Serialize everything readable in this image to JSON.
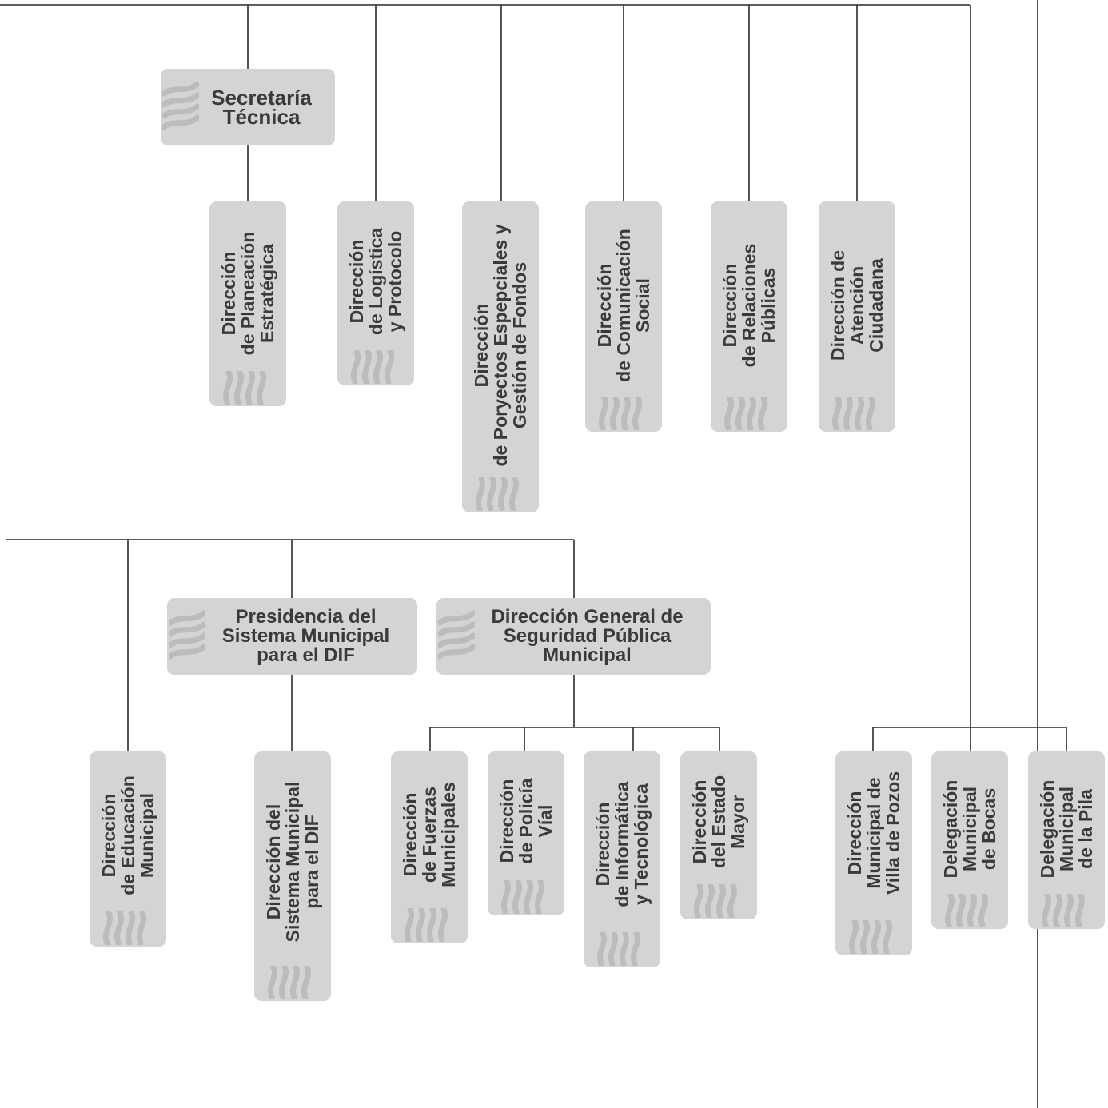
{
  "nodes": {
    "secretaria_tecnica": "Secretaría\nTécnica",
    "presidencia_dif": "Presidencia del\nSistema Municipal\npara el DIF",
    "dg_seguridad": "Dirección General de\nSeguridad Pública\nMunicipal",
    "dir_planeacion": "Dirección\nde Planeación\nEstratégica",
    "dir_logistica": "Dirección\nde Logística\ny Protocolo",
    "dir_proyectos": "Dirección\nde Poryectos Espepciales y\nGestión de Fondos",
    "dir_comunicacion": "Dirección\nde Comunicación\nSocial",
    "dir_relaciones": "Dirección\nde Relaciones\nPúblicas",
    "dir_atencion": "Dirección de\nAtención\nCiudadana",
    "dir_educacion": "Dirección\nde Educación\nMunicipal",
    "dir_sistema_dif": "Dirección del\nSistema Municipal\npara el DIF",
    "dir_fuerzas": "Dirección\nde Fuerzas\nMunicipales",
    "dir_policia_vial": "Dirección\nde Policía\nVíal",
    "dir_informatica": "Dirección\nde Informática\ny Tecnológica",
    "dir_estado_mayor": "Dirección\ndel Estado\nMayor",
    "dir_villa_pozos": "Dirección\nMunicipal de\nVilla de Pozos",
    "del_bocas": "Delegación\nMunicipal\nde Bocas",
    "del_la_pila": "Delegación\nMunicipal\nde la Pila"
  },
  "colors": {
    "box_fill": "#d4d4d4",
    "text": "#3a3a3a",
    "connector": "#2a2a2a",
    "logo_stripe": "#bcbcbc"
  },
  "logo_icon": "wave-stripes-logo"
}
